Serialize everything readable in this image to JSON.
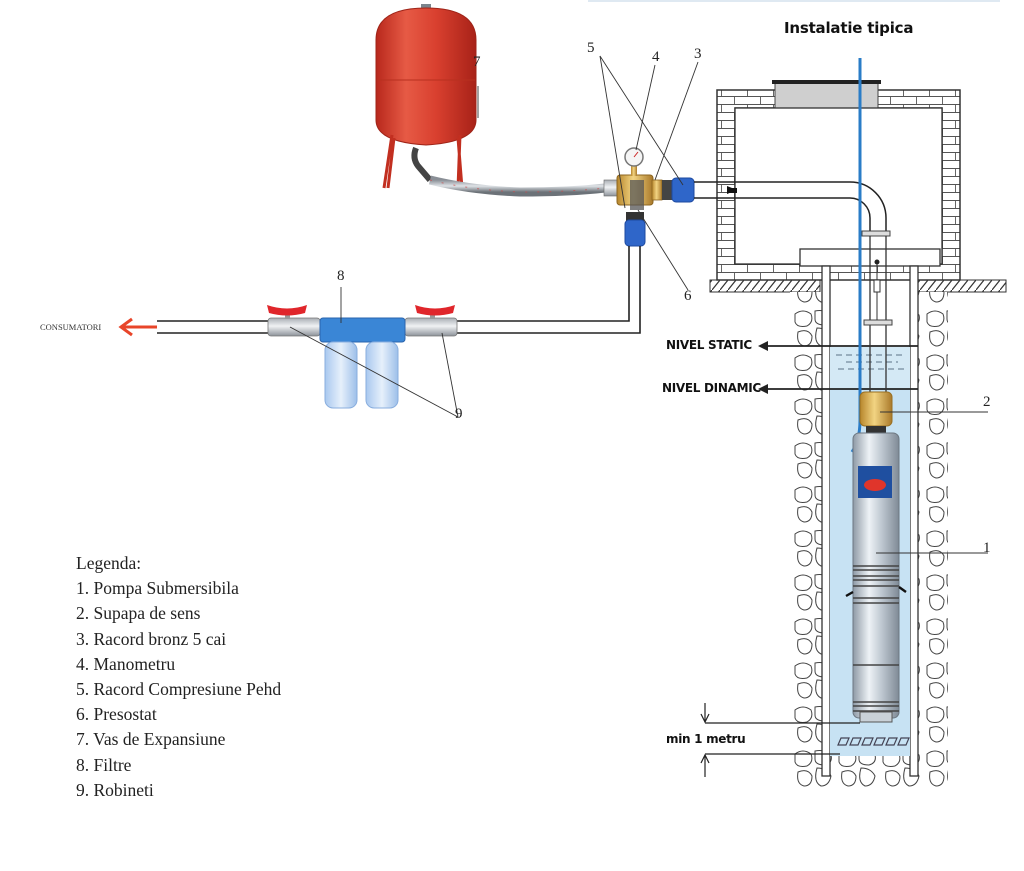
{
  "title": "Instalatie tipica",
  "consumers_label": "CONSUMATORI",
  "levels": {
    "static": "NIVEL STATIC",
    "dynamic": "NIVEL DINAMIC",
    "min_depth": "min 1 metru"
  },
  "callouts": {
    "c1": "1",
    "c2": "2",
    "c3": "3",
    "c4": "4",
    "c5": "5",
    "c6": "6",
    "c7": "7",
    "c8": "8",
    "c9": "9"
  },
  "legend": {
    "heading": "Legenda:",
    "items": [
      "1. Pompa Submersibila",
      "2. Supapa de sens",
      "3. Racord bronz 5 cai",
      "4. Manometru",
      "5. Racord Compresiune Pehd",
      "6. Presostat",
      "7. Vas de Expansiune",
      "8. Filtre",
      "9. Robineti"
    ]
  },
  "colors": {
    "tank_red": "#d9402f",
    "water": "#d4e9f5",
    "pipe_blue": "#2a7cc7",
    "fitting_blue": "#2f66c9",
    "brass": "#d2a745",
    "arrow_red": "#e8452a",
    "valve_red": "#e0262b"
  }
}
